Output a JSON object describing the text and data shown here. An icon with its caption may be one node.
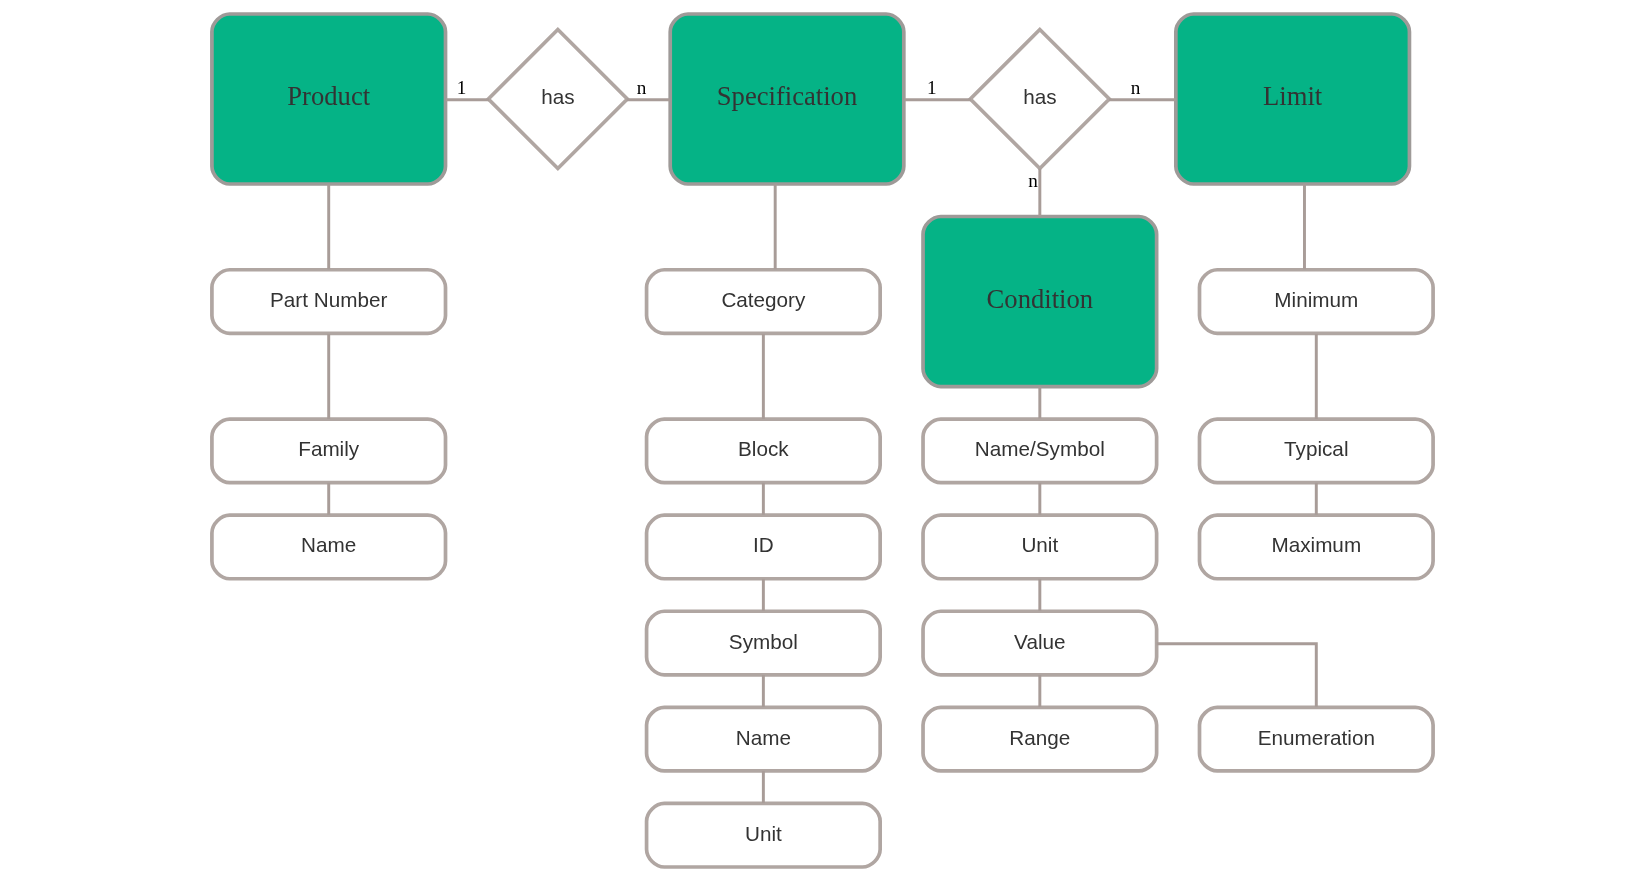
{
  "diagram": {
    "nodes": [
      {
        "text": [
          "Product"
        ]
      },
      {
        "text": [
          "has"
        ]
      },
      {
        "text": [
          "Specification"
        ]
      },
      {
        "text": [
          "has"
        ]
      },
      {
        "text": [
          "Limit"
        ]
      },
      {
        "text": [
          "Condition"
        ]
      },
      {
        "text": [
          "Part Number"
        ]
      },
      {
        "text": [
          "Family"
        ]
      },
      {
        "text": [
          "Name"
        ]
      },
      {
        "text": [
          "Category"
        ]
      },
      {
        "text": [
          "Block"
        ]
      },
      {
        "text": [
          "ID"
        ]
      },
      {
        "text": [
          "Symbol"
        ]
      },
      {
        "text": [
          "Name"
        ]
      },
      {
        "text": [
          "Unit"
        ]
      },
      {
        "text": [
          "Name/Symbol"
        ]
      },
      {
        "text": [
          "Unit"
        ]
      },
      {
        "text": [
          "Value"
        ]
      },
      {
        "text": [
          "Range"
        ]
      },
      {
        "text": [
          "Enumeration"
        ]
      },
      {
        "text": [
          "Minimum"
        ]
      },
      {
        "text": [
          "Typical"
        ]
      },
      {
        "text": [
          "Maximum"
        ]
      }
    ],
    "edges": [
      {
        "from": 0,
        "to": 1,
        "arrow": "none",
        "label": "1"
      },
      {
        "from": 1,
        "to": 2,
        "arrow": "none",
        "label": "n"
      },
      {
        "from": 2,
        "to": 3,
        "arrow": "none",
        "label": "1"
      },
      {
        "from": 3,
        "to": 4,
        "arrow": "none",
        "label": "n"
      },
      {
        "from": 3,
        "to": 5,
        "arrow": "none",
        "label": "n"
      },
      {
        "from": 0,
        "to": 6,
        "arrow": "none"
      },
      {
        "from": 6,
        "to": 7,
        "arrow": "none"
      },
      {
        "from": 7,
        "to": 8,
        "arrow": "none"
      },
      {
        "from": 2,
        "to": 9,
        "arrow": "none"
      },
      {
        "from": 9,
        "to": 10,
        "arrow": "none"
      },
      {
        "from": 10,
        "to": 11,
        "arrow": "none"
      },
      {
        "from": 11,
        "to": 12,
        "arrow": "none"
      },
      {
        "from": 12,
        "to": 13,
        "arrow": "none"
      },
      {
        "from": 13,
        "to": 14,
        "arrow": "none"
      },
      {
        "from": 5,
        "to": 15,
        "arrow": "none"
      },
      {
        "from": 15,
        "to": 16,
        "arrow": "none"
      },
      {
        "from": 16,
        "to": 17,
        "arrow": "none"
      },
      {
        "from": 17,
        "to": 18,
        "arrow": "none"
      },
      {
        "from": 17,
        "to": 19,
        "arrow": "none"
      },
      {
        "from": 4,
        "to": 20,
        "arrow": "none"
      },
      {
        "from": 20,
        "to": 21,
        "arrow": "none"
      },
      {
        "from": 21,
        "to": 22,
        "arrow": "none"
      }
    ]
  }
}
